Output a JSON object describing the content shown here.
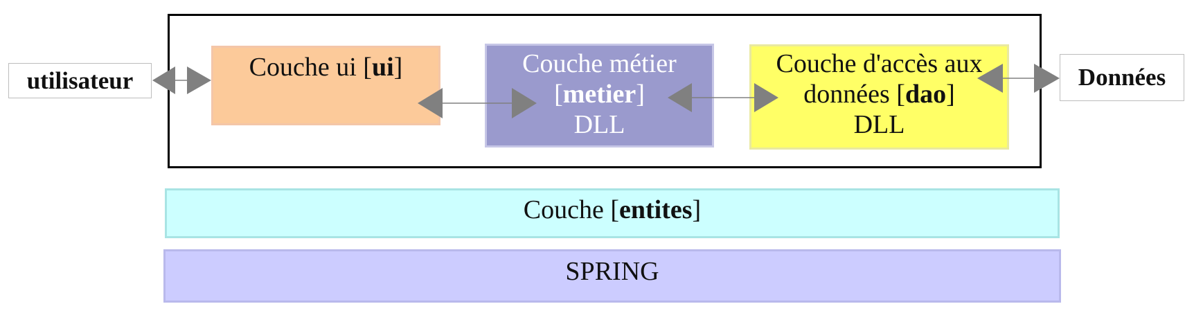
{
  "external": {
    "user_label": "utilisateur",
    "data_label": "Données"
  },
  "layers": {
    "ui": {
      "prefix": "Couche ui [",
      "bold": "ui",
      "suffix": "]"
    },
    "metier": {
      "line1": "Couche métier",
      "prefix": "[",
      "bold": "metier",
      "suffix": "]",
      "line3": "DLL"
    },
    "dao": {
      "line1": "Couche d'accès aux",
      "prefix": "données [",
      "bold": "dao",
      "suffix": "]",
      "line3": "DLL"
    },
    "entites": {
      "prefix": "Couche [",
      "bold": "entites",
      "suffix": "]"
    },
    "spring": {
      "label": "SPRING"
    }
  },
  "colors": {
    "ui": "#fcca9a",
    "metier": "#9a9acd",
    "dao": "#ffff66",
    "entites": "#ccffff",
    "spring": "#ccccff",
    "arrow": "#808080"
  },
  "connections": [
    {
      "from": "utilisateur",
      "to": "ui",
      "direction": "bidirectional"
    },
    {
      "from": "ui",
      "to": "metier",
      "direction": "bidirectional"
    },
    {
      "from": "metier",
      "to": "dao",
      "direction": "bidirectional"
    },
    {
      "from": "dao",
      "to": "donnees",
      "direction": "bidirectional"
    }
  ]
}
